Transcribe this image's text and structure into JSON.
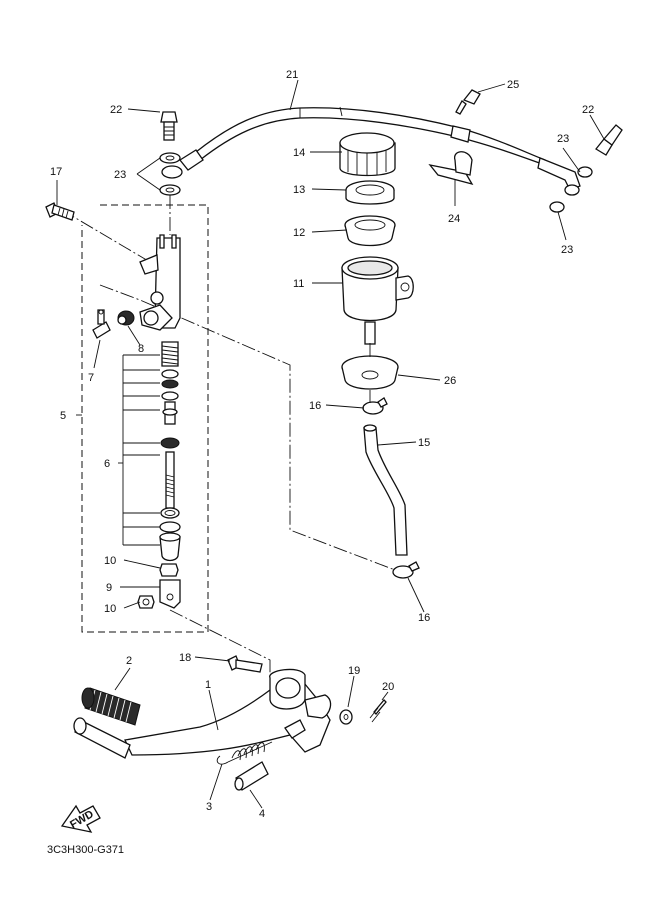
{
  "diagram_code": "3C3H300-G371",
  "fwd_label": "FWD",
  "callouts": [
    {
      "id": "c21",
      "text": "21"
    },
    {
      "id": "c22a",
      "text": "22"
    },
    {
      "id": "c25",
      "text": "25"
    },
    {
      "id": "c22b",
      "text": "22"
    },
    {
      "id": "c23a",
      "text": "23"
    },
    {
      "id": "c14",
      "text": "14"
    },
    {
      "id": "c23b",
      "text": "23"
    },
    {
      "id": "c17",
      "text": "17"
    },
    {
      "id": "c13",
      "text": "13"
    },
    {
      "id": "c24",
      "text": "24"
    },
    {
      "id": "c23c",
      "text": "23"
    },
    {
      "id": "c12",
      "text": "12"
    },
    {
      "id": "c11",
      "text": "11"
    },
    {
      "id": "c8",
      "text": "8"
    },
    {
      "id": "c7",
      "text": "7"
    },
    {
      "id": "c26",
      "text": "26"
    },
    {
      "id": "c5",
      "text": "5"
    },
    {
      "id": "c16a",
      "text": "16"
    },
    {
      "id": "c15",
      "text": "15"
    },
    {
      "id": "c6",
      "text": "6"
    },
    {
      "id": "c10a",
      "text": "10"
    },
    {
      "id": "c9",
      "text": "9"
    },
    {
      "id": "c10b",
      "text": "10"
    },
    {
      "id": "c16b",
      "text": "16"
    },
    {
      "id": "c2",
      "text": "2"
    },
    {
      "id": "c18",
      "text": "18"
    },
    {
      "id": "c1",
      "text": "1"
    },
    {
      "id": "c19",
      "text": "19"
    },
    {
      "id": "c20",
      "text": "20"
    },
    {
      "id": "c3",
      "text": "3"
    },
    {
      "id": "c4",
      "text": "4"
    }
  ]
}
